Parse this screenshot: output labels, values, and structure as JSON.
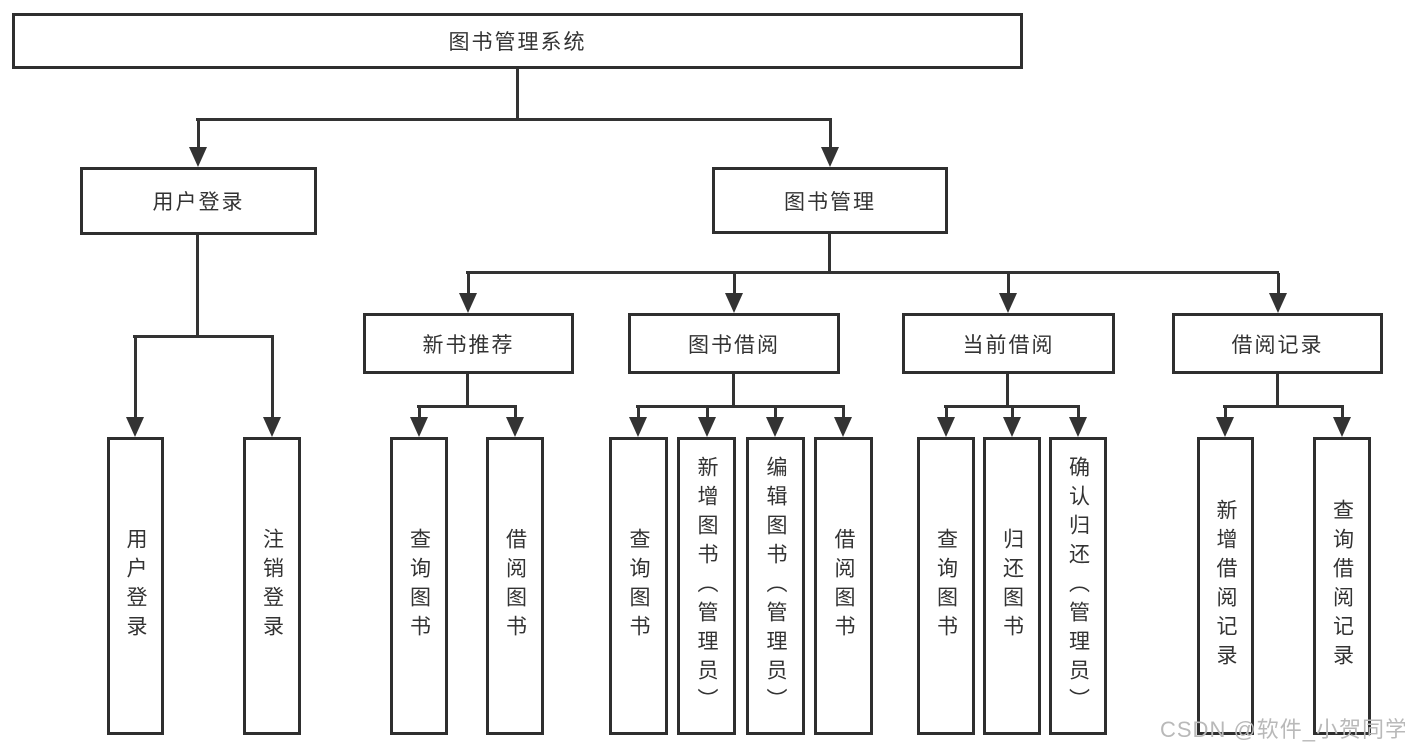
{
  "tree": {
    "root": {
      "label": "图书管理系统",
      "children": [
        {
          "label": "用户登录",
          "children": [
            {
              "label": "用户登录"
            },
            {
              "label": "注销登录"
            }
          ]
        },
        {
          "label": "图书管理",
          "children": [
            {
              "label": "新书推荐",
              "children": [
                {
                  "label": "查询图书"
                },
                {
                  "label": "借阅图书"
                }
              ]
            },
            {
              "label": "图书借阅",
              "children": [
                {
                  "label": "查询图书"
                },
                {
                  "label": "新增图书（管理员）"
                },
                {
                  "label": "编辑图书（管理员）"
                },
                {
                  "label": "借阅图书"
                }
              ]
            },
            {
              "label": "当前借阅",
              "children": [
                {
                  "label": "查询图书"
                },
                {
                  "label": "归还图书"
                },
                {
                  "label": "确认归还（管理员）"
                }
              ]
            },
            {
              "label": "借阅记录",
              "children": [
                {
                  "label": "新增借阅记录"
                },
                {
                  "label": "查询借阅记录"
                }
              ]
            }
          ]
        }
      ]
    }
  },
  "watermark": {
    "text": "CSDN @软件_小贺同学"
  },
  "colors": {
    "line": "#333333",
    "box_border": "#2f2f2f",
    "text": "#333333",
    "background": "#ffffff",
    "watermark": "#b9b9b9"
  }
}
